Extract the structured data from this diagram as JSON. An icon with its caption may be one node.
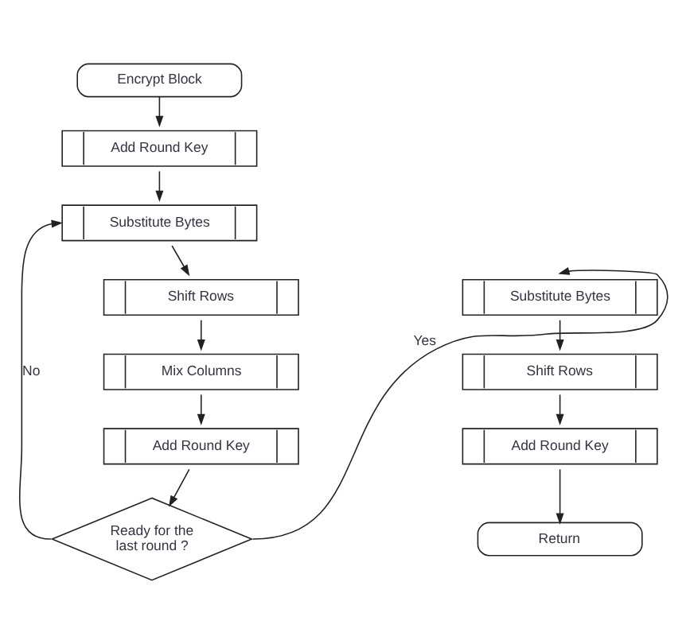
{
  "diagram": {
    "nodes": [
      {
        "text": [
          "Encrypt Block"
        ]
      },
      {
        "text": [
          "Add Round Key"
        ]
      },
      {
        "text": [
          "Substitute Bytes"
        ]
      },
      {
        "text": [
          "Shift Rows"
        ]
      },
      {
        "text": [
          "Mix Columns"
        ]
      },
      {
        "text": [
          "Add Round Key"
        ]
      },
      {
        "text": [
          "Ready for the last round ?"
        ]
      },
      {
        "text": [
          "Substitute Bytes"
        ]
      },
      {
        "text": [
          "Shift Rows"
        ]
      },
      {
        "text": [
          "Add Round Key"
        ]
      },
      {
        "text": [
          "Return"
        ]
      }
    ],
    "edges": [
      {
        "from": 0,
        "to": 1,
        "arrow": "to"
      },
      {
        "from": 1,
        "to": 2,
        "arrow": "to"
      },
      {
        "from": 2,
        "to": 3,
        "arrow": "to"
      },
      {
        "from": 3,
        "to": 4,
        "arrow": "to"
      },
      {
        "from": 4,
        "to": 5,
        "arrow": "to"
      },
      {
        "from": 5,
        "to": 6,
        "arrow": "to"
      },
      {
        "from": 6,
        "to": 2,
        "arrow": "to",
        "label": "No"
      },
      {
        "from": 6,
        "to": 7,
        "arrow": "to",
        "label": "Yes"
      },
      {
        "from": 7,
        "to": 8,
        "arrow": "to"
      },
      {
        "from": 8,
        "to": 9,
        "arrow": "to"
      },
      {
        "from": 9,
        "to": 10,
        "arrow": "to"
      }
    ]
  }
}
